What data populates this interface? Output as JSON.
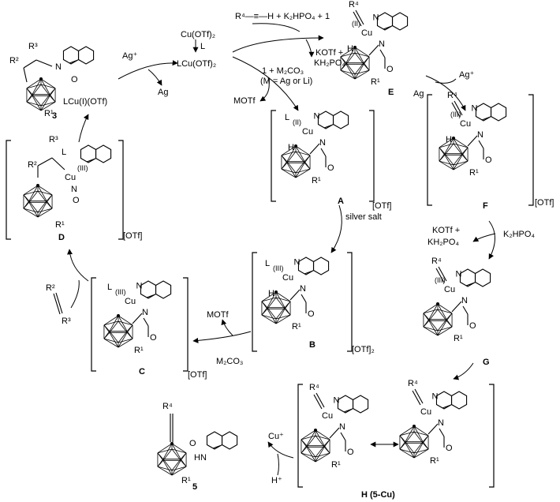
{
  "reagents": {
    "top_cu": "Cu(OTf)₂",
    "top_L": "L",
    "cycle_center": "LCu(OTf)₂",
    "ag_plus_left": "Ag⁺",
    "ag_left": "Ag",
    "cu_i_otf": "LCu(I)(OTf)",
    "alkyne_reagent": "R⁴—≡—H + K₂HPO₄ + 1",
    "kotf_kh2po4_top": "KOTf +",
    "kh2po4_top": "KH₂PO₄",
    "m2co3_top": "1 + M₂CO₃",
    "m_note": "(M = Ag or Li)",
    "motf_top": "MOTf",
    "ag_plus_right": "Ag⁺",
    "ag_right": "Ag",
    "silver_salt": "silver salt",
    "k2hpo4_right": "K₂HPO₄",
    "kotf_right": "KOTf +",
    "kh2po4_right": "KH₂PO₄",
    "motf_mid": "MOTf",
    "m2co3_mid": "M₂CO₃",
    "cu_plus": "Cu⁺",
    "h_plus": "H⁺"
  },
  "counterions": {
    "A": "[OTf]",
    "B": "[OTf]₂",
    "C": "[OTf]",
    "D": "[OTf]",
    "F": "[OTf]"
  },
  "compounds": {
    "label_3": "3",
    "label_5": "5",
    "label_A": "A",
    "label_B": "B",
    "label_C": "C",
    "label_D": "D",
    "label_E": "E",
    "label_F": "F",
    "label_G": "G",
    "label_H": "H (5-Cu)"
  },
  "atoms": {
    "R1": "R¹",
    "R2": "R²",
    "R3": "R³",
    "R4": "R⁴",
    "Cu": "Cu",
    "Cu_II": "(II)",
    "Cu_III": "(III)",
    "N": "N",
    "O": "O",
    "H": "H",
    "L": "L",
    "NH": "H"
  }
}
